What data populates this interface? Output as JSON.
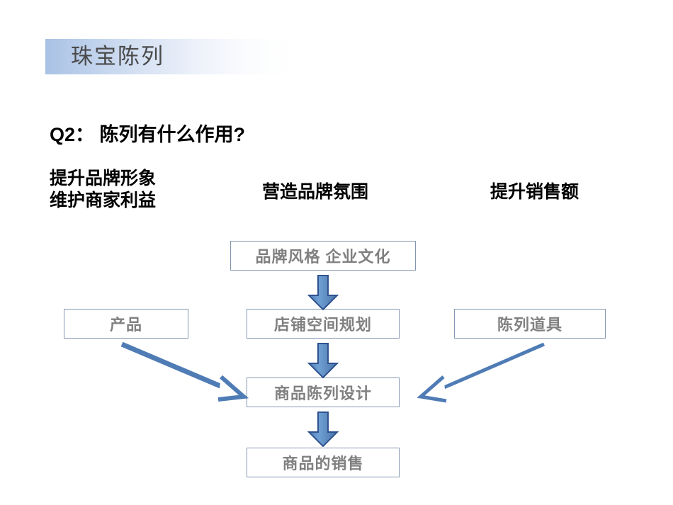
{
  "slide": {
    "title": "珠宝陈列",
    "question": "Q2： 陈列有什么作用?",
    "colors": {
      "banner_start": "#a9c2e4",
      "banner_end": "#ffffff",
      "title_text": "#4a4a4a",
      "heading_text": "#000000",
      "box_border": "#8496b0",
      "box_text": "#808080",
      "arrow_fill": "#5b8fc7",
      "arrow_outline": "#2f528f",
      "diag_arrow": "#4f7cb5"
    }
  },
  "benefits": [
    {
      "id": "brand-image-merchant-interest",
      "line1": "提升品牌形象",
      "line2": "维护商家利益"
    },
    {
      "id": "brand-atmosphere",
      "line1": "营造品牌氛围",
      "line2": ""
    },
    {
      "id": "increase-sales",
      "line1": "提升销售额",
      "line2": ""
    }
  ],
  "flow": {
    "boxes": [
      {
        "id": "brand-style-culture",
        "label": "品牌风格 企业文化"
      },
      {
        "id": "product",
        "label": "产品"
      },
      {
        "id": "store-space-plan",
        "label": "店铺空间规划"
      },
      {
        "id": "display-props",
        "label": "陈列道具"
      },
      {
        "id": "merchandise-display-design",
        "label": "商品陈列设计"
      },
      {
        "id": "merchandise-sales",
        "label": "商品的销售"
      }
    ],
    "arrows": [
      {
        "id": "brand-to-space",
        "type": "block-down"
      },
      {
        "id": "space-to-design",
        "type": "block-down"
      },
      {
        "id": "design-to-sales",
        "type": "block-down"
      },
      {
        "id": "product-to-design",
        "type": "diagonal-down-right"
      },
      {
        "id": "props-to-design",
        "type": "diagonal-down-left"
      }
    ]
  }
}
